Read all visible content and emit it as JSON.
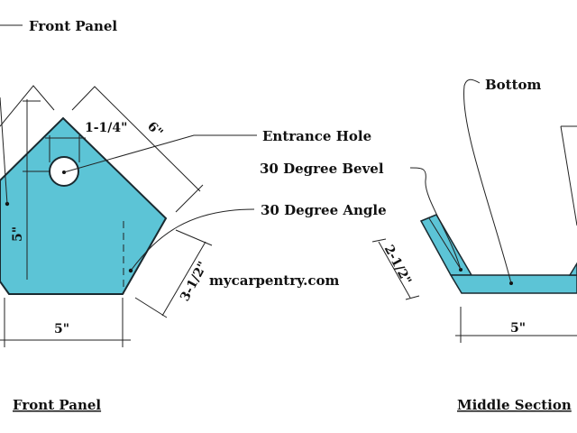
{
  "labels": {
    "front_panel_callout": "Front Panel",
    "entrance_hole": "Entrance Hole",
    "bevel": "30 Degree Bevel",
    "angle": "30 Degree Angle",
    "bottom": "Bottom",
    "watermark": "mycarpentry.com"
  },
  "dimensions": {
    "hole_offset": "1-1/4\"",
    "roof_side": "6\"",
    "height": "5\"",
    "width": "5\"",
    "lower_side": "3-1/2\"",
    "bevel_side": "2-1/2\"",
    "bottom_width": "5\""
  },
  "titles": {
    "front_panel": "Front Panel",
    "middle_section": "Middle Section"
  },
  "colors": {
    "wood": "#5cc4d6",
    "outline": "#1a2a30"
  }
}
